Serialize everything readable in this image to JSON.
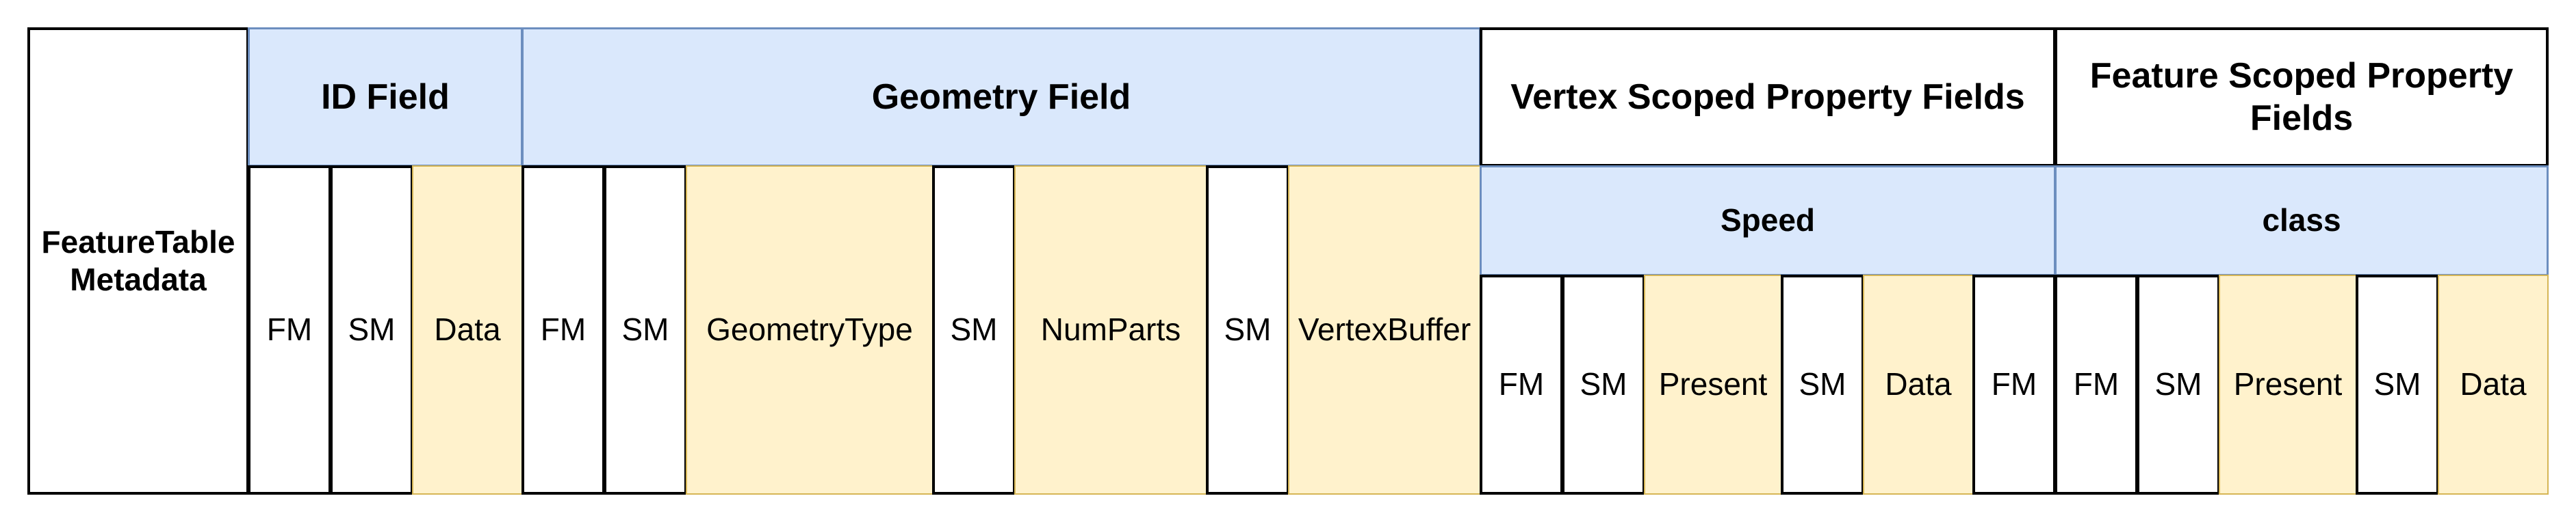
{
  "metadata": {
    "label": "FeatureTable\nMetadata"
  },
  "id_field": {
    "title": "ID Field",
    "cells": [
      "FM",
      "SM",
      "Data"
    ]
  },
  "geometry_field": {
    "title": "Geometry Field",
    "cells": [
      "FM",
      "SM",
      "GeometryType",
      "SM",
      "NumParts",
      "SM",
      "VertexBuffer"
    ]
  },
  "vertex_scoped": {
    "title": "Vertex Scoped Property Fields",
    "sub_title": "Speed",
    "cells": [
      "FM",
      "SM",
      "Present",
      "SM",
      "Data",
      "FM"
    ]
  },
  "feature_scoped": {
    "title": "Feature Scoped Property Fields",
    "sub_title": "class",
    "cells": [
      "FM",
      "SM",
      "Present",
      "SM",
      "Data"
    ]
  },
  "colors": {
    "blue_fill": "#dae8fc",
    "blue_stroke": "#6c8ebf",
    "yellow_fill": "#fff2cc",
    "yellow_stroke": "#d6b656",
    "black": "#000000"
  }
}
